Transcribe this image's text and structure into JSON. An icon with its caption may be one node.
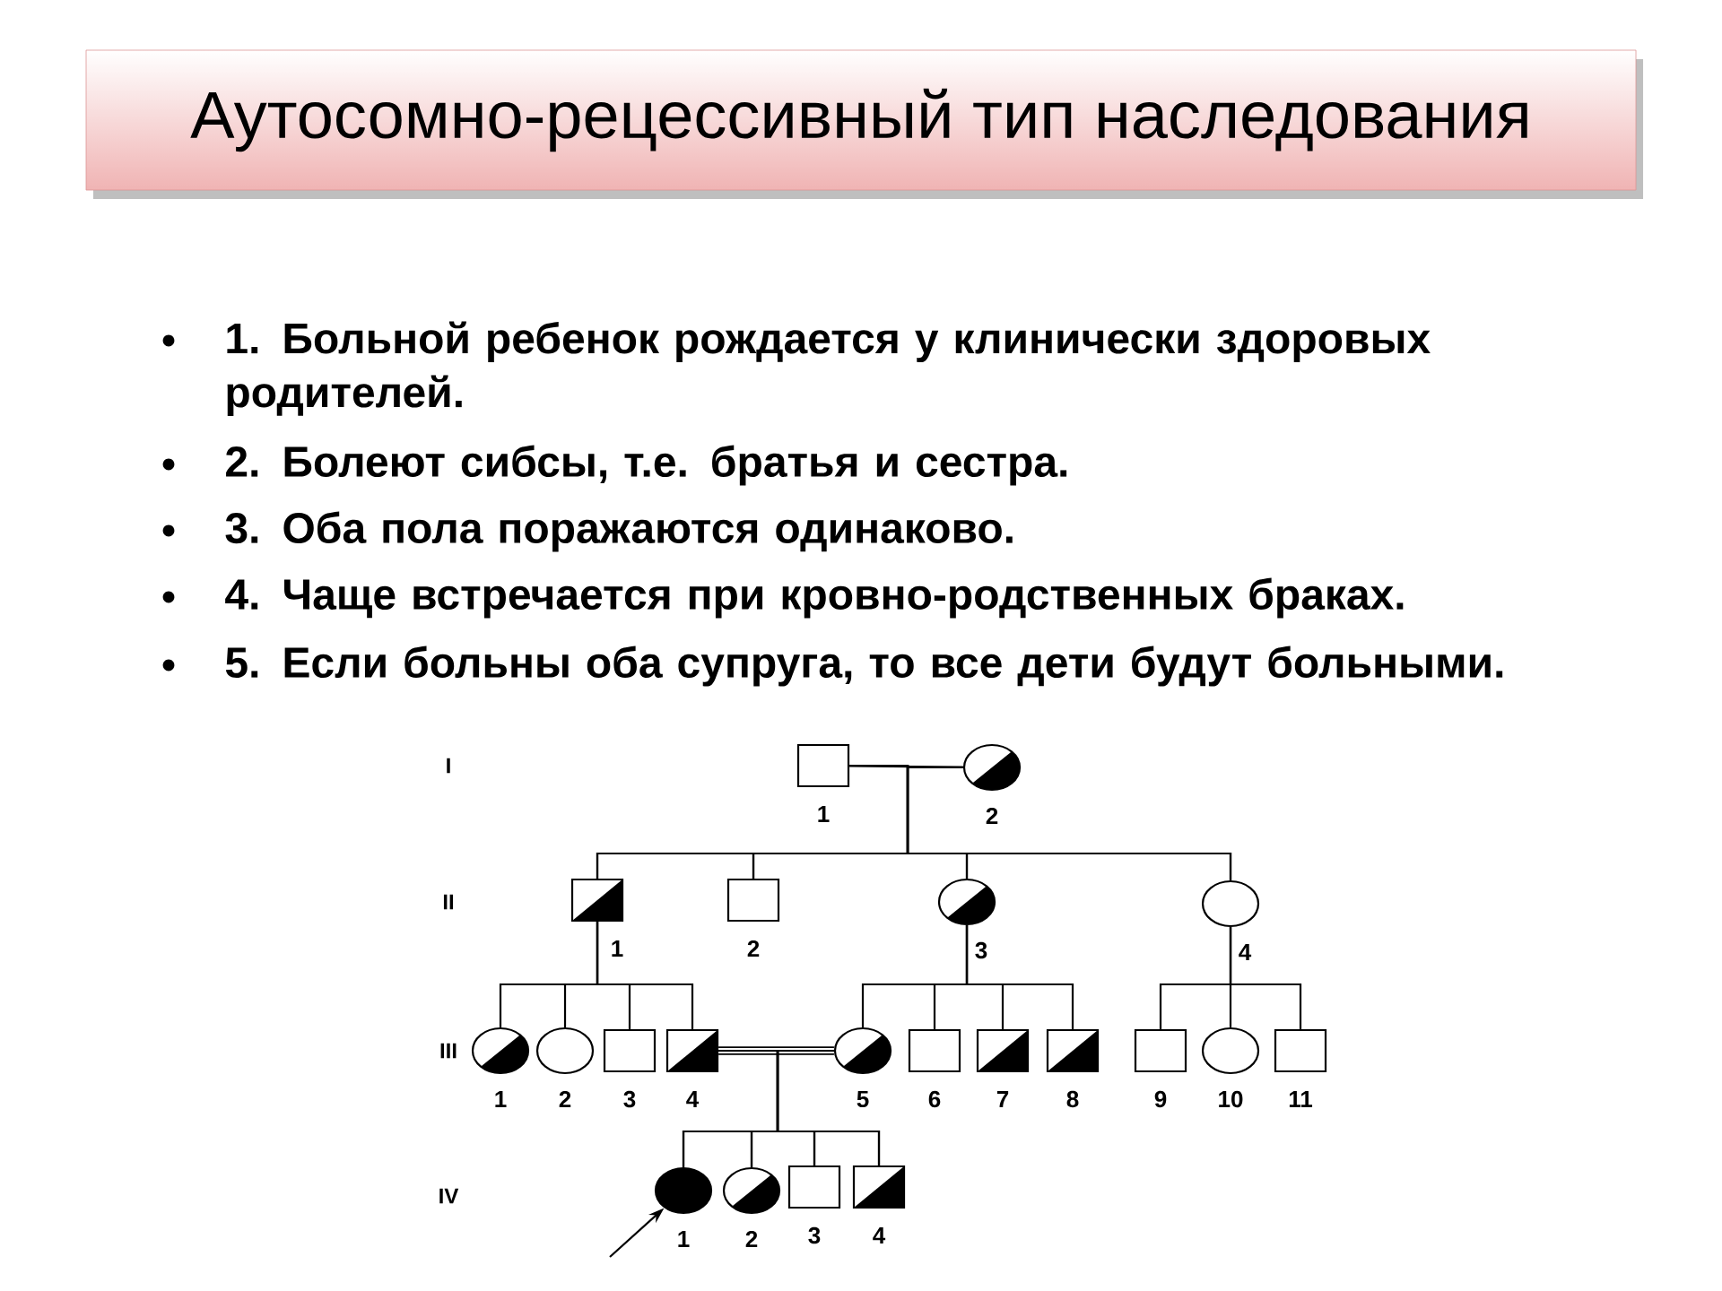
{
  "diagram": {
    "title": "Аутосомно-рецессивный тип наследования",
    "nodes": [
      {
        "text": [],
        "shape": "box",
        "beside": [
          "1"
        ]
      },
      {
        "text": [],
        "shape": "circle",
        "beside": [
          "2"
        ]
      },
      {
        "text": [],
        "shape": "box",
        "beside": [
          "1"
        ]
      },
      {
        "text": [],
        "shape": "box",
        "beside": [
          "2"
        ]
      },
      {
        "text": [],
        "shape": "circle",
        "beside": [
          "3"
        ]
      },
      {
        "text": [],
        "shape": "circle",
        "beside": [
          "4"
        ]
      },
      {
        "text": [],
        "shape": "circle",
        "beside": [
          "1"
        ]
      },
      {
        "text": [],
        "shape": "circle",
        "beside": [
          "2"
        ]
      },
      {
        "text": [],
        "shape": "box",
        "beside": [
          "3"
        ]
      },
      {
        "text": [],
        "shape": "box",
        "beside": [
          "4"
        ]
      },
      {
        "text": [],
        "shape": "circle",
        "beside": [
          "5"
        ]
      },
      {
        "text": [],
        "shape": "box",
        "beside": [
          "6"
        ]
      },
      {
        "text": [],
        "shape": "box",
        "beside": [
          "7"
        ]
      },
      {
        "text": [],
        "shape": "box",
        "beside": [
          "8"
        ]
      },
      {
        "text": [],
        "shape": "box",
        "beside": [
          "9"
        ]
      },
      {
        "text": [],
        "shape": "circle",
        "beside": [
          "10"
        ]
      },
      {
        "text": [],
        "shape": "box",
        "beside": [
          "11"
        ]
      },
      {
        "text": [],
        "shape": "circle",
        "beside": [
          "1"
        ]
      },
      {
        "text": [],
        "shape": "circle",
        "beside": [
          "2"
        ]
      },
      {
        "text": [],
        "shape": "box",
        "beside": [
          "3"
        ]
      },
      {
        "text": [],
        "shape": "box",
        "beside": [
          "4"
        ]
      }
    ],
    "edges": [
      {
        "from": 0,
        "to": 1,
        "arrow": "none"
      },
      {
        "from": 0,
        "to": 2,
        "arrow": "none"
      },
      {
        "from": 1,
        "to": 2,
        "arrow": "none"
      },
      {
        "from": 0,
        "to": 3,
        "arrow": "none"
      },
      {
        "from": 1,
        "to": 3,
        "arrow": "none"
      },
      {
        "from": 0,
        "to": 4,
        "arrow": "none"
      },
      {
        "from": 1,
        "to": 4,
        "arrow": "none"
      },
      {
        "from": 0,
        "to": 5,
        "arrow": "none"
      },
      {
        "from": 1,
        "to": 5,
        "arrow": "none"
      },
      {
        "from": 2,
        "to": 6,
        "arrow": "none"
      },
      {
        "from": 2,
        "to": 7,
        "arrow": "none"
      },
      {
        "from": 2,
        "to": 8,
        "arrow": "none"
      },
      {
        "from": 2,
        "to": 9,
        "arrow": "none"
      },
      {
        "from": 4,
        "to": 10,
        "arrow": "none"
      },
      {
        "from": 4,
        "to": 11,
        "arrow": "none"
      },
      {
        "from": 4,
        "to": 12,
        "arrow": "none"
      },
      {
        "from": 4,
        "to": 13,
        "arrow": "none"
      },
      {
        "from": 5,
        "to": 14,
        "arrow": "none"
      },
      {
        "from": 5,
        "to": 15,
        "arrow": "none"
      },
      {
        "from": 5,
        "to": 16,
        "arrow": "none"
      },
      {
        "from": 9,
        "to": 10,
        "arrow": "none",
        "style": "thick"
      },
      {
        "from": 9,
        "to": 17,
        "arrow": "none"
      },
      {
        "from": 10,
        "to": 17,
        "arrow": "none"
      },
      {
        "from": 9,
        "to": 18,
        "arrow": "none"
      },
      {
        "from": 10,
        "to": 18,
        "arrow": "none"
      },
      {
        "from": 9,
        "to": 19,
        "arrow": "none"
      },
      {
        "from": 10,
        "to": 19,
        "arrow": "none"
      },
      {
        "from": 9,
        "to": 20,
        "arrow": "none"
      },
      {
        "from": 10,
        "to": 20,
        "arrow": "none"
      },
      {
        "from": null,
        "to": 17,
        "arrow": "to"
      }
    ],
    "labels": [
      "1. Больной ребенок рождается у клинически здоровых родителей.",
      "2. Болеют сибсы, т.е. братья и сестра.",
      "3. Оба пола поражаются одинаково.",
      "4. Чаще встречается при кровно-родственных браках.",
      "5. Если больны оба супруга, то все дети  будут больными.",
      "I",
      "II",
      "III",
      "IV"
    ]
  }
}
